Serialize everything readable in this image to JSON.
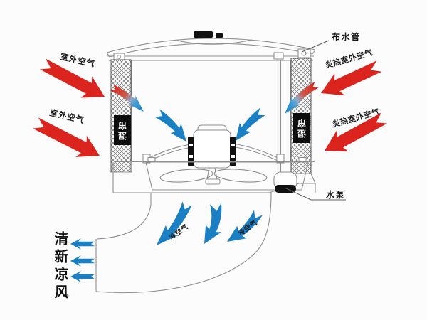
{
  "diagram": {
    "type": "evaporative-cooler-airflow-diagram",
    "labels": {
      "water_distribution_pipe": "布水管",
      "outdoor_air_left_top": "室外空气",
      "outdoor_air_left_bottom": "室外空气",
      "hot_outdoor_air_right_top": "炎热室外空气",
      "hot_outdoor_air_right_bottom": "炎热室外空气",
      "wet_curtain_left": "湿帘",
      "wet_curtain_right": "湿帘",
      "water_pump": "水泵",
      "cold_air_left": "冷空气",
      "cold_air_right": "冷空气",
      "fresh_cool_wind": "清新凉风"
    },
    "colors": {
      "hot_air_red": "#da241d",
      "cool_air_blue": "#1b7fc4",
      "outline_gray": "#8f8f8f",
      "label_ink": "#1b1b1b",
      "background": "#fcfcfc"
    }
  }
}
